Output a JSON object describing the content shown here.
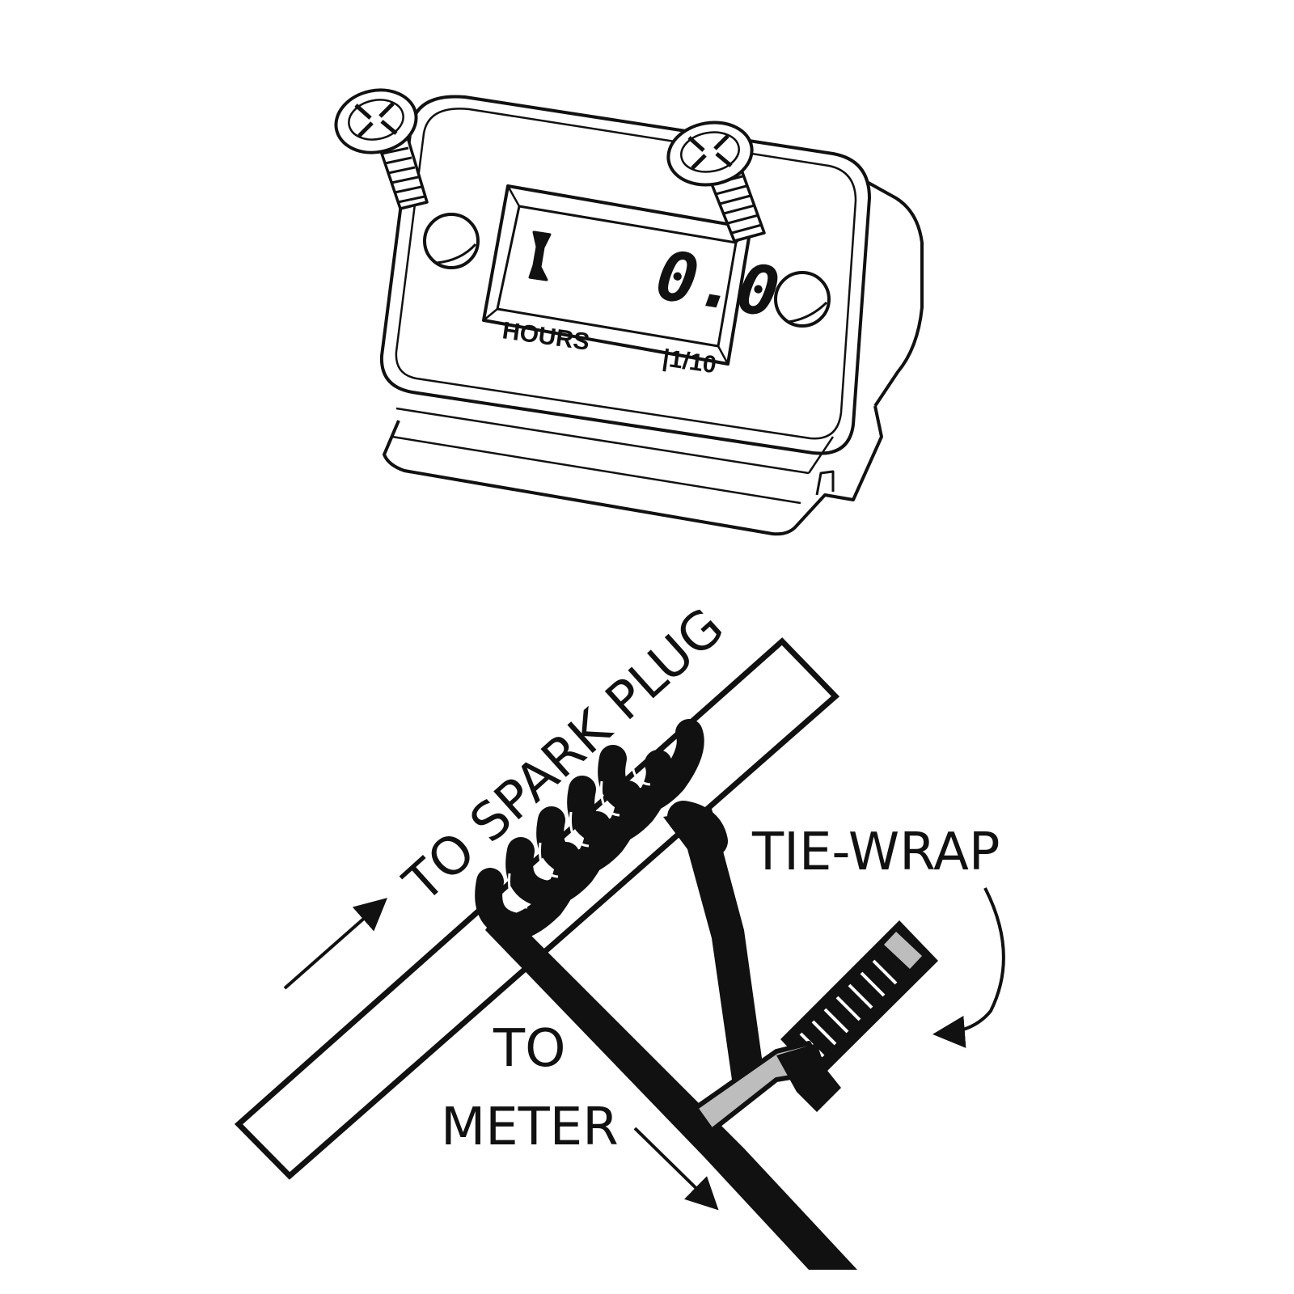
{
  "meter": {
    "display_value": "0.0",
    "hours_label": "HOURS",
    "tenths_label": "|1/10"
  },
  "wiring": {
    "spark_plug_label": "TO SPARK PLUG",
    "tie_wrap_label": "TIE-WRAP",
    "to_meter_line1": "TO",
    "to_meter_line2": "METER"
  },
  "colors": {
    "ink": "#111111",
    "tie_wrap_band": "#bdbdbd",
    "background": "#ffffff"
  }
}
